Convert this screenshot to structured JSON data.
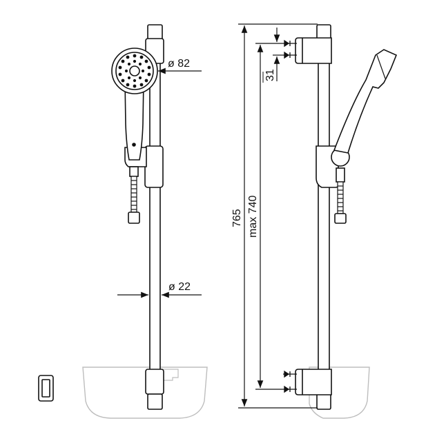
{
  "dimensions": {
    "head_diameter": "ø 82",
    "rail_diameter": "ø 22",
    "total_height": "765",
    "fixing_distance": "max 740",
    "bracket_offset": "31"
  },
  "colors": {
    "line": "#111111",
    "light_line": "#bdbdbd",
    "background": "#ffffff"
  }
}
